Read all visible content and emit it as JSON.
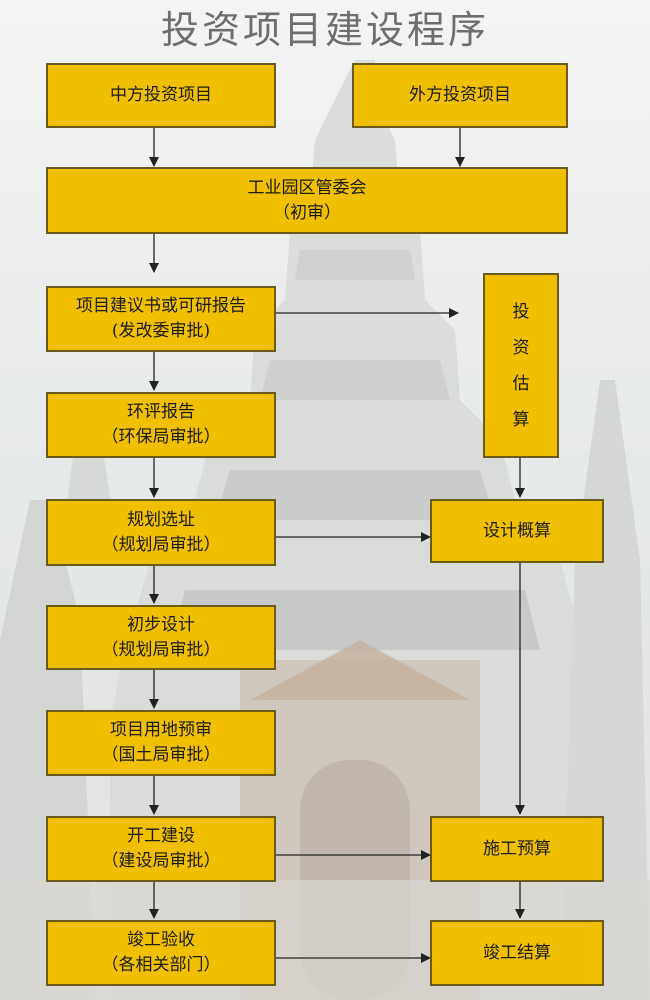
{
  "title": "投资项目建设程序",
  "colors": {
    "box_fill": "#f0c000",
    "box_border": "#6a5a1e",
    "arrow": "#222222",
    "title": "#6e6e6e"
  },
  "nodes": {
    "domestic": {
      "label": "中方投资项目"
    },
    "foreign": {
      "label": "外方投资项目"
    },
    "committee": {
      "line1": "工业园区管委会",
      "line2": "（初审）"
    },
    "proposal": {
      "line1": "项目建议书或可研报告",
      "line2": "(发改委审批)"
    },
    "eia": {
      "line1": "环评报告",
      "line2": "（环保局审批）"
    },
    "site": {
      "line1": "规划选址",
      "line2": "（规划局审批）"
    },
    "design": {
      "line1": "初步设计",
      "line2": "（规划局审批）"
    },
    "land": {
      "line1": "项目用地预审",
      "line2": "（国土局审批）"
    },
    "construction": {
      "line1": "开工建设",
      "line2": "（建设局审批）"
    },
    "acceptance": {
      "line1": "竣工验收",
      "line2": "（各相关部门）"
    },
    "estimate": {
      "chars": [
        "投",
        "资",
        "估",
        "算"
      ]
    },
    "design_budget": {
      "label": "设计概算"
    },
    "construction_budget": {
      "label": "施工预算"
    },
    "final_settlement": {
      "label": "竣工结算"
    }
  }
}
